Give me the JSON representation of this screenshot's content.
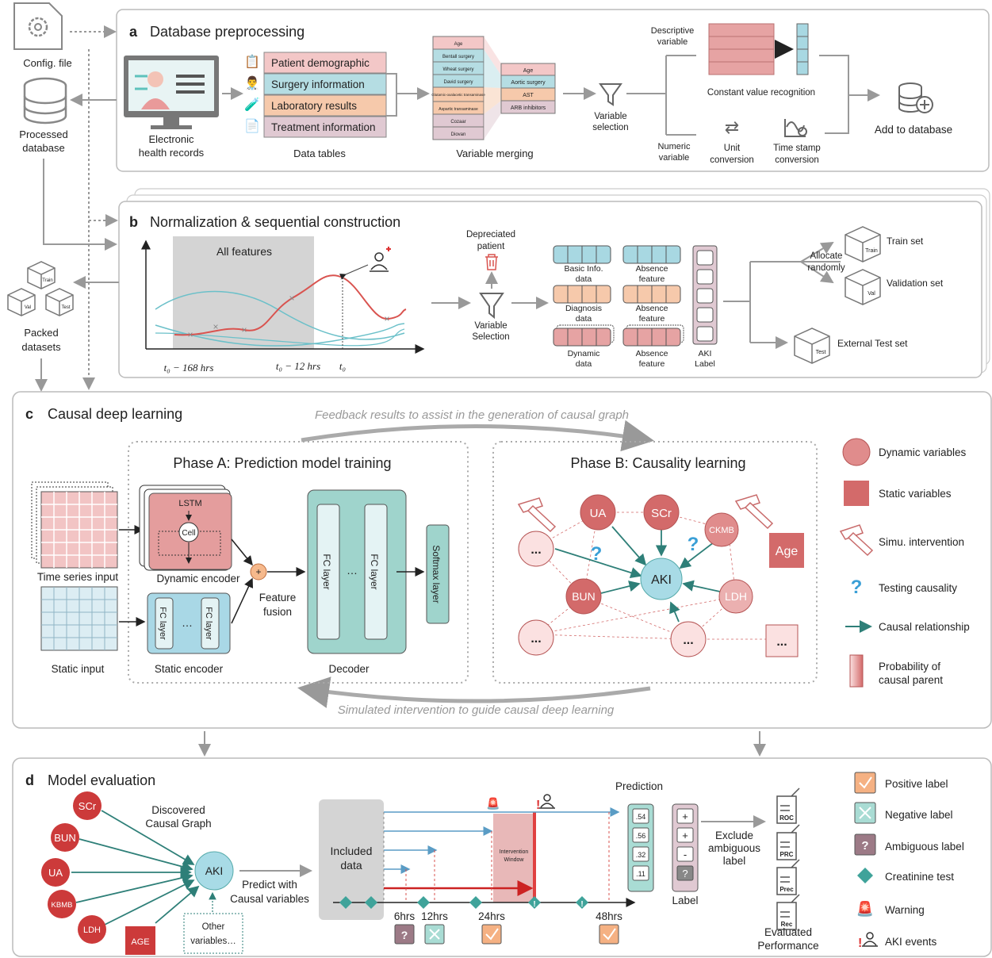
{
  "panel_a": {
    "letter": "a",
    "title": "Database preprocessing",
    "config_file": "Config. file",
    "processed_db": [
      "Processed",
      "database"
    ],
    "ehr": [
      "Electronic",
      "health records"
    ],
    "tables": [
      "Patient demographic",
      "Surgery information",
      "Laboratory results",
      "Treatment information"
    ],
    "tables_caption": "Data tables",
    "merge_left": [
      "Age",
      "Bentall surgery",
      "Wheat surgery",
      "David surgery",
      "Glutamic-oxalacetic transaminase",
      "Aspartic transaminase",
      "Cozaar",
      "Diovan"
    ],
    "merge_right": [
      "Age",
      "Aortic surgery",
      "AST",
      "ARB inhibitors"
    ],
    "merge_caption": "Variable  merging",
    "variable_selection": [
      "Variable",
      "selection"
    ],
    "descriptive": [
      "Descriptive",
      "variable"
    ],
    "numeric": [
      "Numeric",
      "variable"
    ],
    "constant_value": "Constant value recognition",
    "unit_conversion": [
      "Unit",
      "conversion"
    ],
    "time_stamp": [
      "Time stamp",
      "conversion"
    ],
    "add_db": "Add to database"
  },
  "panel_b": {
    "letter": "b",
    "title": "Normalization & sequential construction",
    "all_features": "All features",
    "t_labels": [
      "t₀ − 168 hrs",
      "t₀ − 12 hrs",
      "t₀"
    ],
    "depreciated": [
      "Depreciated",
      "patient"
    ],
    "variable_selection": [
      "Variable",
      "Selection"
    ],
    "basic_info": [
      "Basic Info.",
      "data"
    ],
    "diagnosis": [
      "Diagnosis",
      "data"
    ],
    "dynamic": [
      "Dynamic",
      "data"
    ],
    "absence": [
      "Absence",
      "feature"
    ],
    "aki_label": [
      "AKI",
      "Label"
    ],
    "allocate": [
      "Allocate",
      "randomly"
    ],
    "train_set": "Train set",
    "validation_set": "Validation set",
    "external_test": "External Test set",
    "packed": [
      "Packed",
      "datasets"
    ],
    "cube_labels": [
      "Train",
      "Val",
      "Test"
    ]
  },
  "panel_c": {
    "letter": "c",
    "title": "Causal deep learning",
    "feedback": "Feedback results to assist in the generation of causal graph",
    "simulated": "Simulated intervention to guide causal deep learning",
    "phase_a": "Phase A: Prediction model training",
    "phase_b": "Phase B: Causality learning",
    "time_series": "Time series input",
    "static_input": "Static input",
    "lstm": "LSTM",
    "cell": "Cell",
    "dynamic_encoder": "Dynamic encoder",
    "static_encoder": "Static encoder",
    "fc_layer": "FC layer",
    "dots": "…",
    "feature_fusion": [
      "Feature",
      "fusion"
    ],
    "decoder": "Decoder",
    "softmax": "Softmax layer",
    "nodes": [
      "UA",
      "SCr",
      "CKMB",
      "AKI",
      "BUN",
      "LDH",
      "Age",
      "..."
    ],
    "q": "?",
    "legend": [
      "Dynamic  variables",
      "Static  variables",
      "Simu. intervention",
      "Testing causality",
      "Causal relationship",
      "Probability of",
      "causal parent"
    ]
  },
  "panel_d": {
    "letter": "d",
    "title": "Model evaluation",
    "graph_title": [
      "Discovered",
      "Causal Graph"
    ],
    "nodes": [
      "SCr",
      "BUN",
      "UA",
      "KBMB",
      "LDH",
      "AGE",
      "AKI"
    ],
    "other": [
      "Other",
      "variables…"
    ],
    "predict": [
      "Predict with",
      "Causal variables"
    ],
    "included": [
      "Included",
      "data"
    ],
    "intervention": [
      "Intervention",
      "Window"
    ],
    "hours": [
      "6hrs",
      "12hrs",
      "24hrs",
      "48hrs"
    ],
    "prediction": "Prediction",
    "pred_values": [
      ".54",
      ".56",
      ".32",
      ".11"
    ],
    "labels": [
      "+",
      "+",
      "-",
      "?"
    ],
    "label_caption": "Label",
    "exclude": [
      "Exclude",
      "ambiguous",
      "label"
    ],
    "metrics": [
      "ROC",
      "PRC",
      "Prec",
      "Rec"
    ],
    "evaluated": [
      "Evaluated",
      "Performance"
    ],
    "legend": [
      "Positive label",
      "Negative label",
      "Ambiguous label",
      "Creatinine test",
      "Warning",
      "AKI events"
    ]
  },
  "colors": {
    "pink": "#f3c7c7",
    "blue": "#b5dde3",
    "orange": "#f6c9ab",
    "mauve": "#e0c9d2",
    "teal": "#9fd4cc",
    "red_node": "#d36a6a",
    "aki": "#a8dbe6",
    "arrow": "#2e7f78"
  }
}
